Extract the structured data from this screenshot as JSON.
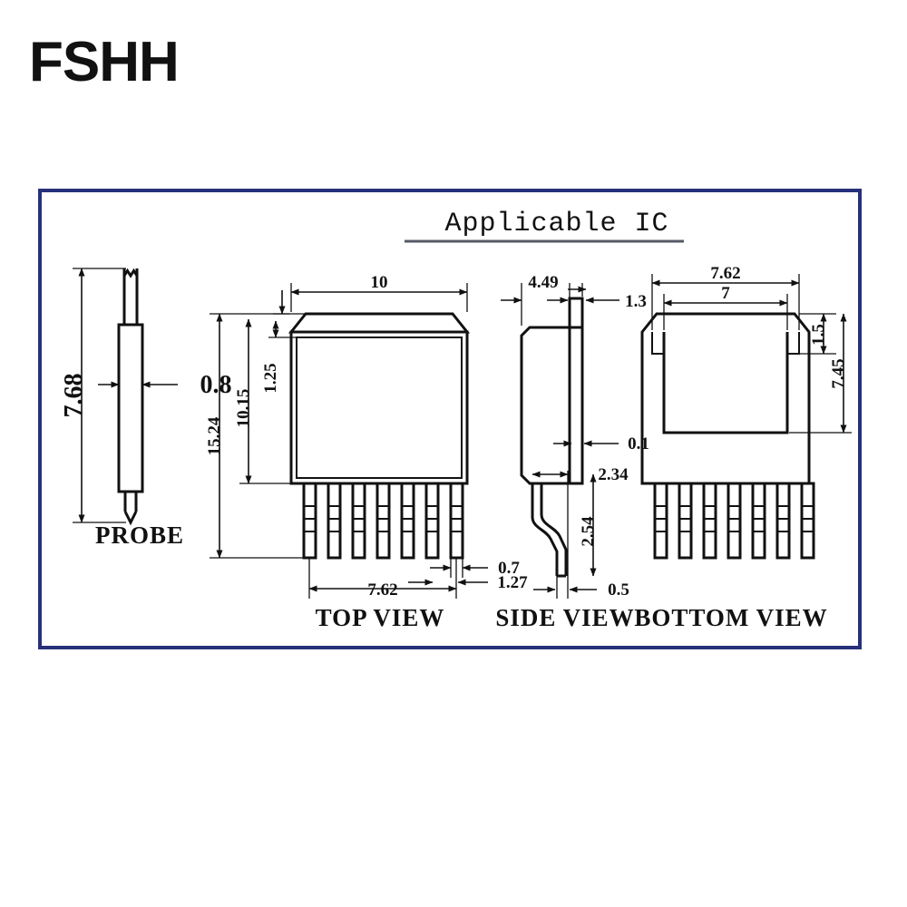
{
  "brand": {
    "logo_text": "FSHH"
  },
  "drawing": {
    "title": "Applicable IC",
    "border_color": "#26317a",
    "line_color": "#111111",
    "views": [
      {
        "id": "probe",
        "label": "PROBE"
      },
      {
        "id": "top",
        "label": "TOP VIEW"
      },
      {
        "id": "side",
        "label": "SIDE VIEW"
      },
      {
        "id": "bottom",
        "label": "BOTTOM VIEW"
      }
    ],
    "probe": {
      "label": "PROBE",
      "dimensions": {
        "length": "7.68",
        "diameter": "0.8"
      }
    },
    "top_view": {
      "label": "TOP VIEW",
      "pin_count": 7,
      "dimensions": {
        "body_width": "10",
        "overall_height": "15.24",
        "body_height": "10.15",
        "tab_height": "1.25",
        "pin_span": "7.62",
        "pin_width": "0.7",
        "pin_pitch": "1.27"
      }
    },
    "side_view": {
      "label": "SIDE VIEW",
      "dimensions": {
        "body_thickness": "4.49",
        "tab_thickness": "1.3",
        "lead_thickness": "0.1",
        "lead_offset": "2.34",
        "lead_drop": "2.54",
        "foot_length": "0.5"
      }
    },
    "bottom_view": {
      "label": "BOTTOM VIEW",
      "pin_count": 7,
      "dimensions": {
        "pad_span": "7.62",
        "pad_inner": "7",
        "notch_depth": "1.5",
        "pad_height": "7.45"
      }
    }
  }
}
